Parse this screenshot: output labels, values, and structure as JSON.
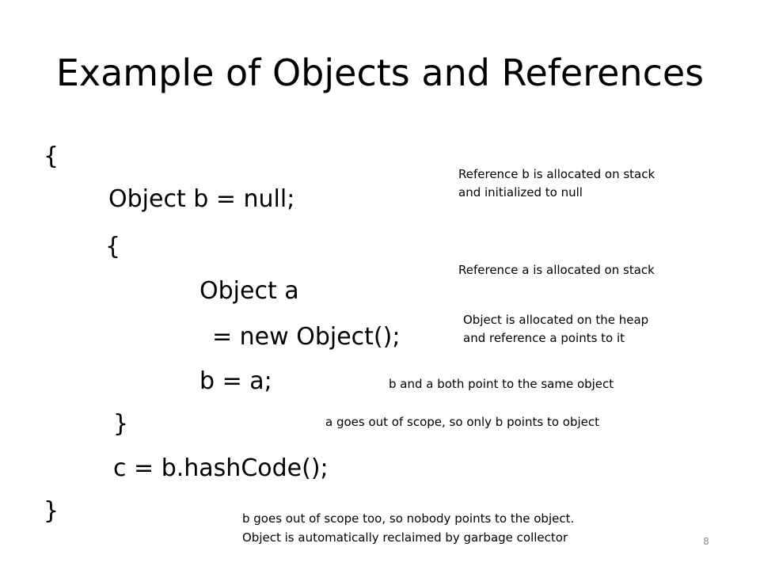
{
  "slide": {
    "title": "Example of Objects and References",
    "code_lines": [
      "{",
      "Object b = null;",
      "{",
      "Object a",
      "= new  Object();",
      "b = a;",
      "}",
      "c = b.hashCode();",
      "}"
    ],
    "notes": [
      "Reference b is allocated on stack",
      "and initialized to null",
      "Reference a is allocated on stack",
      "Object is allocated on the heap",
      "and reference a points to it",
      "b and a both point to the same object",
      "a goes out of scope, so only b points to object",
      "b goes out of scope too, so nobody points to the object.",
      "Object is automatically reclaimed by garbage collector"
    ],
    "page_number": "8"
  }
}
